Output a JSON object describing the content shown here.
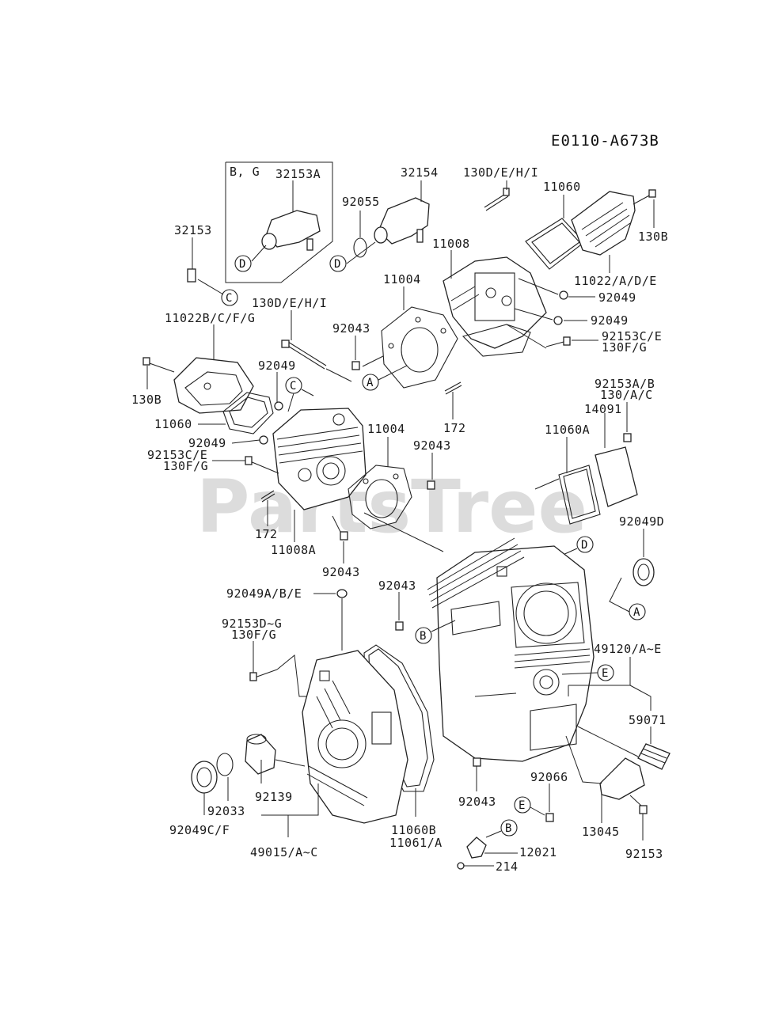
{
  "diagram_code": "E0110-A673B",
  "watermark": "PartsTree",
  "callouts": {
    "a": "A",
    "b": "B",
    "c": "C",
    "d": "D",
    "e": "E"
  },
  "labels": {
    "box_bg": "B, G",
    "p32153A": "32153A",
    "p32153": "32153",
    "p32154": "32154",
    "p92055": "92055",
    "p130DEHI_top": "130D/E/H/I",
    "p11060_top": "11060",
    "p130B_right": "130B",
    "p11008": "11008",
    "p11022ADE": "11022/A/D/E",
    "p11004_top": "11004",
    "p92049_r1": "92049",
    "p92049_r2": "92049",
    "p130DEHI_left": "130D/E/H/I",
    "p11022BCFG": "11022B/C/F/G",
    "p92043_a": "92043",
    "p92153CE_r": "92153C/E",
    "p130FG_r": "130F/G",
    "p92049_l1": "92049",
    "p130B_left": "130B",
    "p172_r": "172",
    "p11060_left": "11060",
    "p11004_mid": "11004",
    "p92153AB": "92153A/B",
    "p130AC": "130/A/C",
    "p14091": "14091",
    "p92049_l2": "92049",
    "p11060A": "11060A",
    "p92153CE_l": "92153C/E",
    "p130FG_l": "130F/G",
    "p92043_b": "92043",
    "p172_l": "172",
    "p11008A": "11008A",
    "p92049D": "92049D",
    "p92043_c": "92043",
    "p92049ABE": "92049A/B/E",
    "p92043_d": "92043",
    "p92153DG": "92153D~G",
    "p130FG_b": "130F/G",
    "p49120": "49120/A~E",
    "p59071": "59071",
    "p92139": "92139",
    "p92033": "92033",
    "p92049CF": "92049C/F",
    "p49015": "49015/A~C",
    "p11060B": "11060B",
    "p11061A": "11061/A",
    "p92043_e": "92043",
    "p92066": "92066",
    "p13045": "13045",
    "p12021": "12021",
    "p214": "214",
    "p92153": "92153"
  }
}
